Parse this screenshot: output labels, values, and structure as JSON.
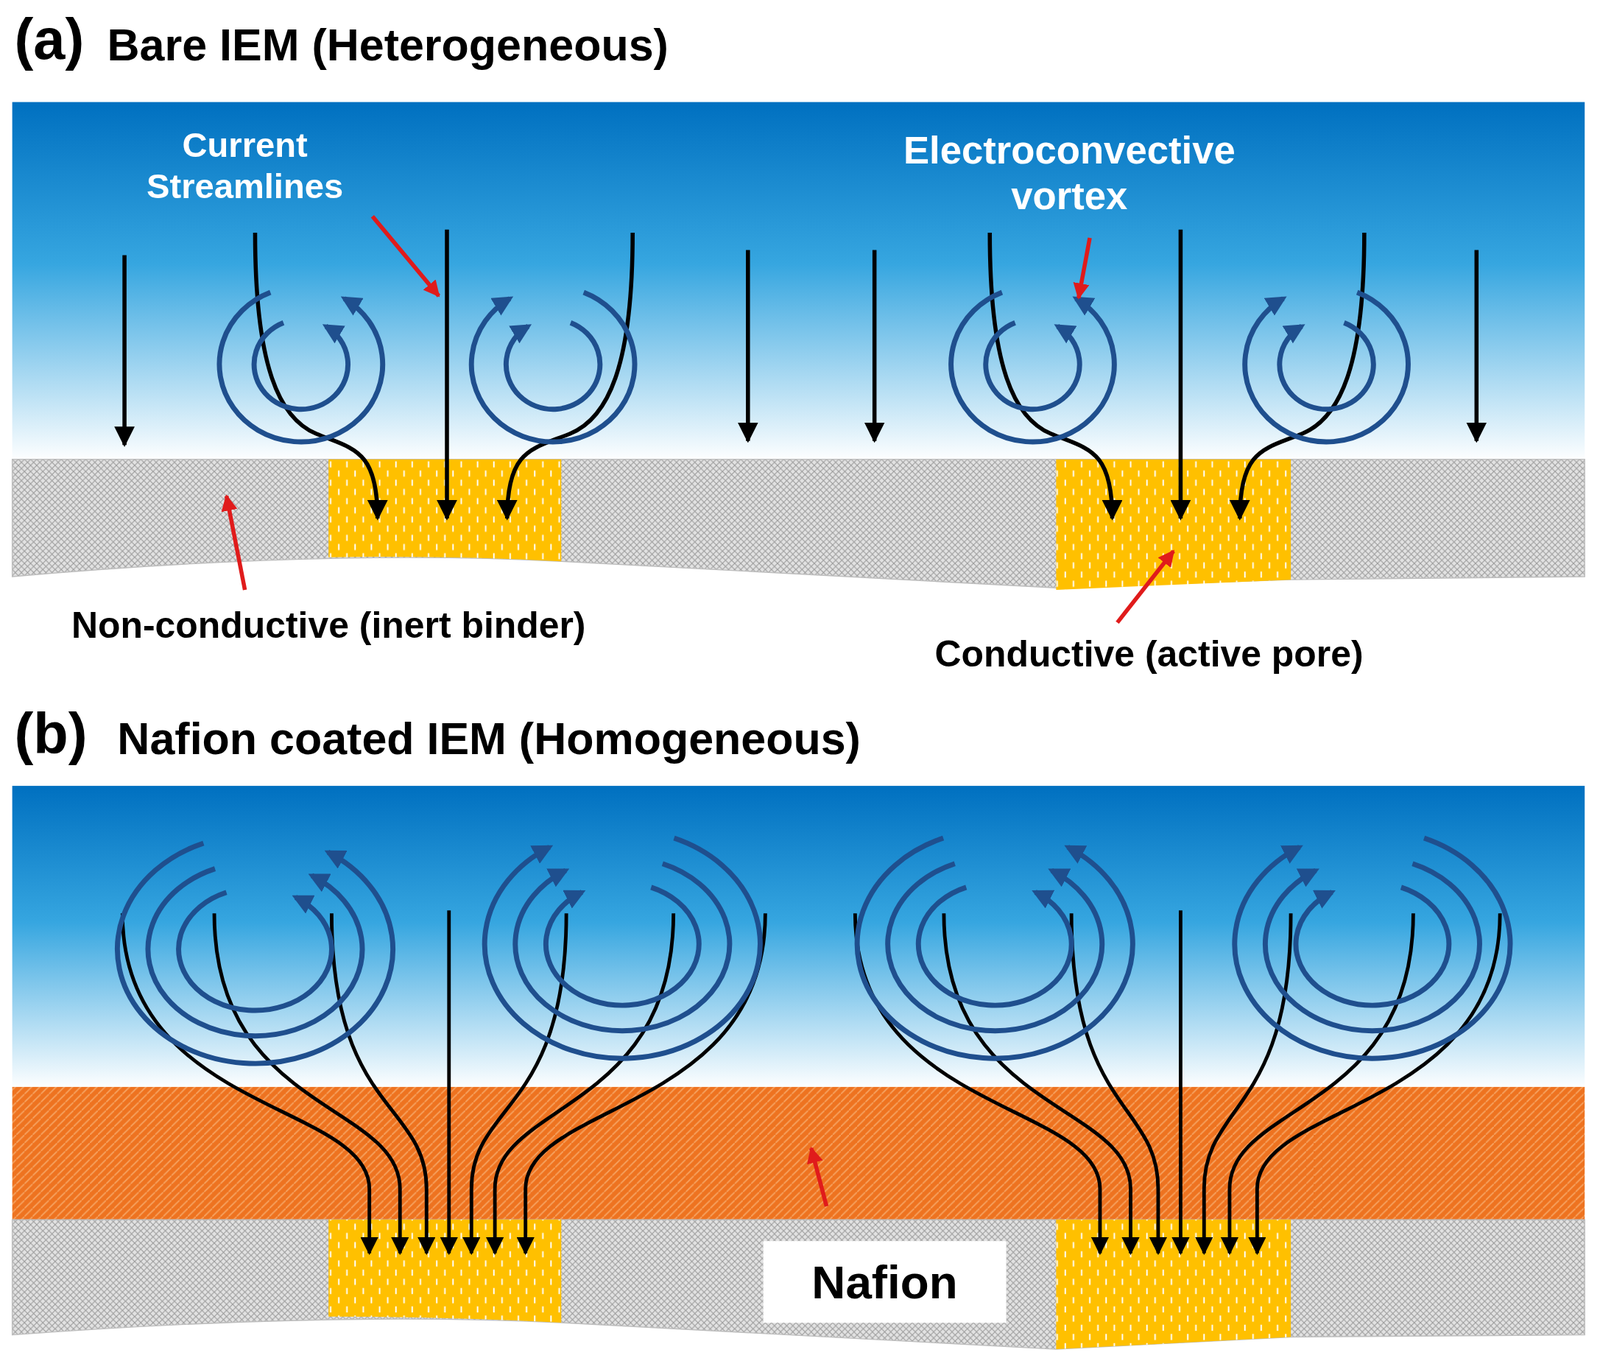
{
  "diagram": {
    "nodes": [
      {
        "text": [
          "Nafion"
        ]
      }
    ],
    "labels": [
      "(a)",
      "Bare IEM (Heterogeneous)",
      "Current Streamlines",
      "Electroconvective vortex",
      "Non-conductive (inert binder)",
      "Conductive (active pore)",
      "(b)",
      "Nafion coated IEM (Homogeneous)"
    ]
  }
}
